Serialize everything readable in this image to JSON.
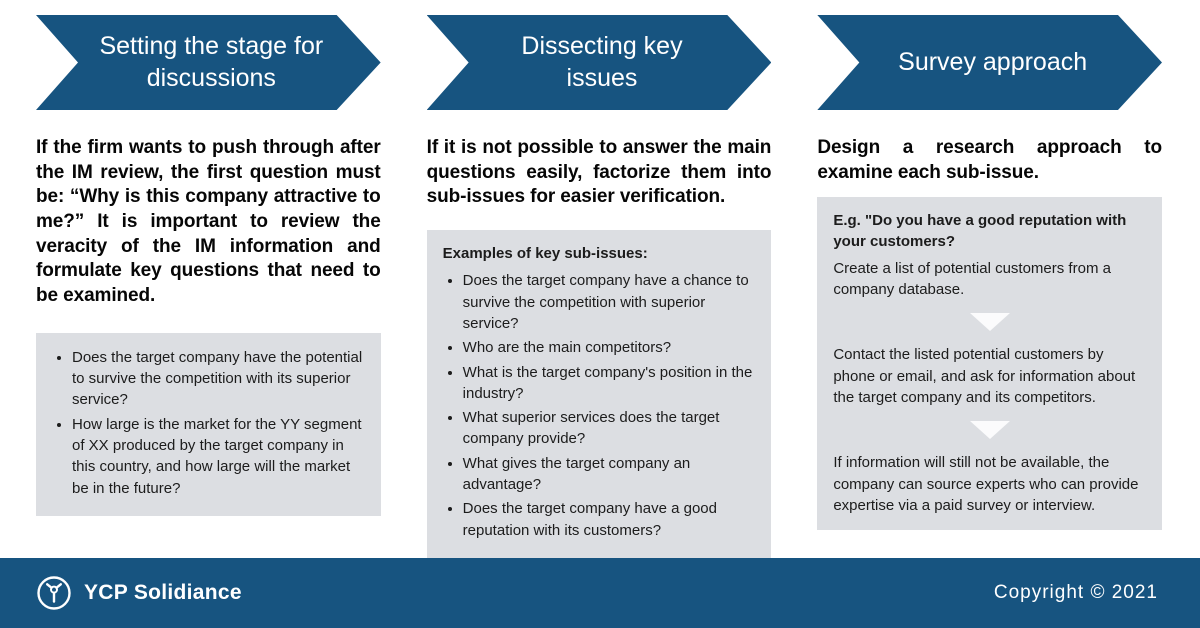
{
  "colors": {
    "primary_blue": "#175480",
    "box_gray": "#dcdee2",
    "text_dark": "#060606",
    "white": "#ffffff"
  },
  "columns": [
    {
      "header": "Setting the stage for discussions",
      "body": "If the firm wants to push through after the IM review, the first question must be: “Why is this company attractive to me?” It is important to review the veracity of the IM information and formulate key questions that need to be examined.",
      "box": {
        "bullets": [
          "Does the target company have the potential to survive the competition with its superior service?",
          "How large is the market for the YY segment of XX produced by the target company in this country, and how large will the market be in the future?"
        ]
      }
    },
    {
      "header": "Dissecting key issues",
      "body": "If it is not possible to answer the main questions easily, factorize them into sub-issues for easier verification.",
      "box": {
        "title": "Examples of key sub-issues:",
        "bullets": [
          "Does the target company have a chance to survive the competition with superior service?",
          "Who are the main competitors?",
          "What is the target company's position in the industry?",
          "What superior services does the target company provide?",
          "What gives the target company an advantage?",
          "Does the target company have a good reputation with its customers?"
        ]
      }
    },
    {
      "header": "Survey approach",
      "body": "Design a research approach to examine each sub-issue.",
      "box": {
        "title": "E.g. \"Do you have a good reputation with your customers?",
        "steps": [
          "Create a list of potential customers from a company database.",
          "Contact the listed potential customers by phone or email, and ask for information about the target company and its competitors.",
          "If information will still not be available, the company can source experts who can provide expertise via a paid survey or interview."
        ]
      }
    }
  ],
  "footer": {
    "brand": "YCP Solidiance",
    "copyright": "Copyright © 2021"
  }
}
